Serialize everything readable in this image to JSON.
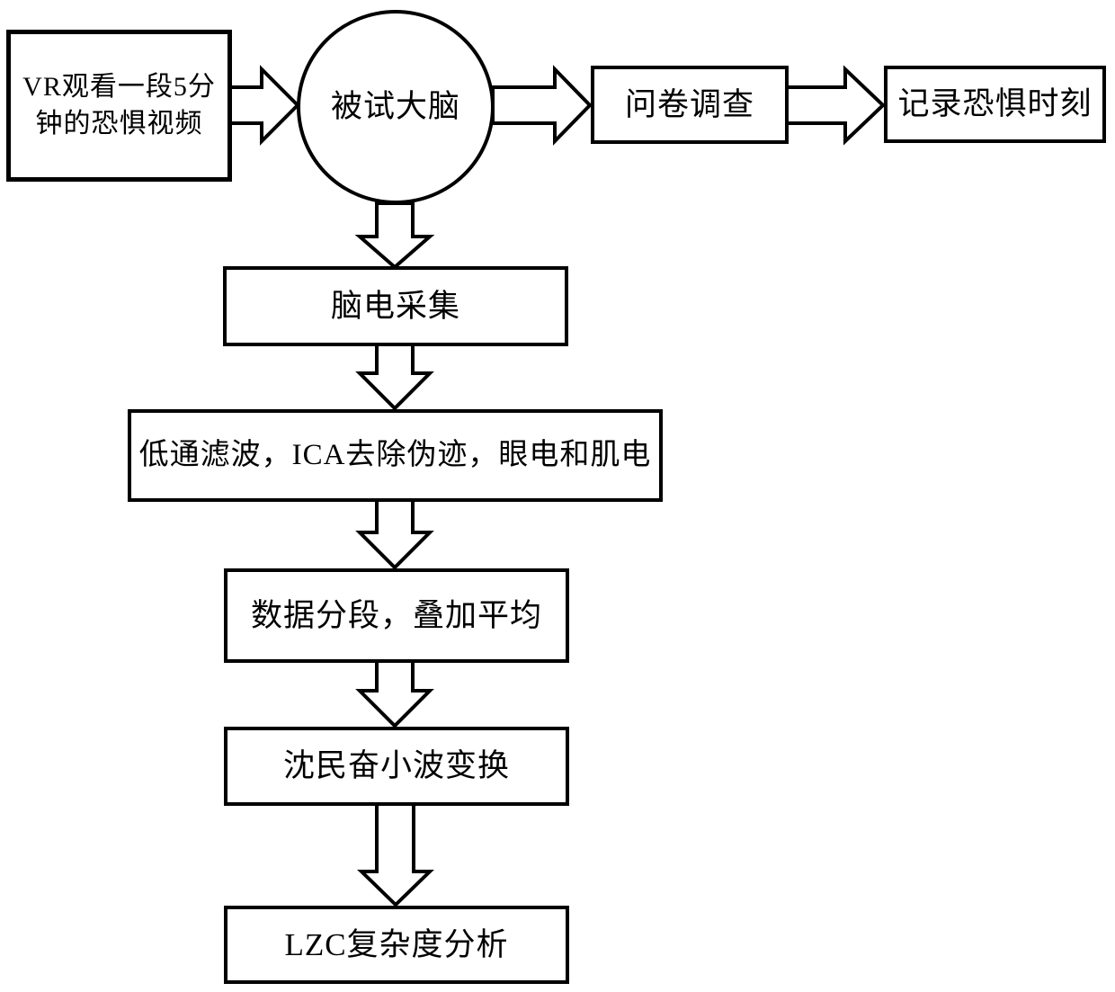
{
  "diagram": {
    "type": "flowchart",
    "title": "",
    "nodes": {
      "vr_video": {
        "shape": "rectangle",
        "label_line1": "VR观看一段5分",
        "label_line2": "钟的恐惧视频"
      },
      "subject_brain": {
        "shape": "circle",
        "label": "被试大脑"
      },
      "questionnaire": {
        "shape": "rectangle",
        "label": "问卷调查"
      },
      "record_fear": {
        "shape": "rectangle",
        "label": "记录恐惧时刻"
      },
      "eeg_acquisition": {
        "shape": "rectangle",
        "label": "脑电采集"
      },
      "preprocessing": {
        "shape": "rectangle",
        "label": "低通滤波，ICA去除伪迹，眼电和肌电"
      },
      "segmentation": {
        "shape": "rectangle",
        "label": "数据分段，叠加平均"
      },
      "wavelet": {
        "shape": "rectangle",
        "label": "沈民奋小波变换"
      },
      "lzc": {
        "shape": "rectangle",
        "label": "LZC复杂度分析"
      }
    },
    "edges": [
      {
        "from": "vr_video",
        "to": "subject_brain",
        "direction": "right",
        "style": "hollow-block-arrow"
      },
      {
        "from": "subject_brain",
        "to": "questionnaire",
        "direction": "right",
        "style": "hollow-block-arrow"
      },
      {
        "from": "questionnaire",
        "to": "record_fear",
        "direction": "right",
        "style": "hollow-block-arrow"
      },
      {
        "from": "subject_brain",
        "to": "eeg_acquisition",
        "direction": "down",
        "style": "hollow-block-arrow"
      },
      {
        "from": "eeg_acquisition",
        "to": "preprocessing",
        "direction": "down",
        "style": "hollow-block-arrow"
      },
      {
        "from": "preprocessing",
        "to": "segmentation",
        "direction": "down",
        "style": "hollow-block-arrow"
      },
      {
        "from": "segmentation",
        "to": "wavelet",
        "direction": "down",
        "style": "hollow-block-arrow"
      },
      {
        "from": "wavelet",
        "to": "lzc",
        "direction": "down",
        "style": "hollow-block-arrow"
      }
    ],
    "colors": {
      "background": "#ffffff",
      "shape_fill": "#ffffff",
      "line": "#000000",
      "text": "#000000"
    }
  }
}
